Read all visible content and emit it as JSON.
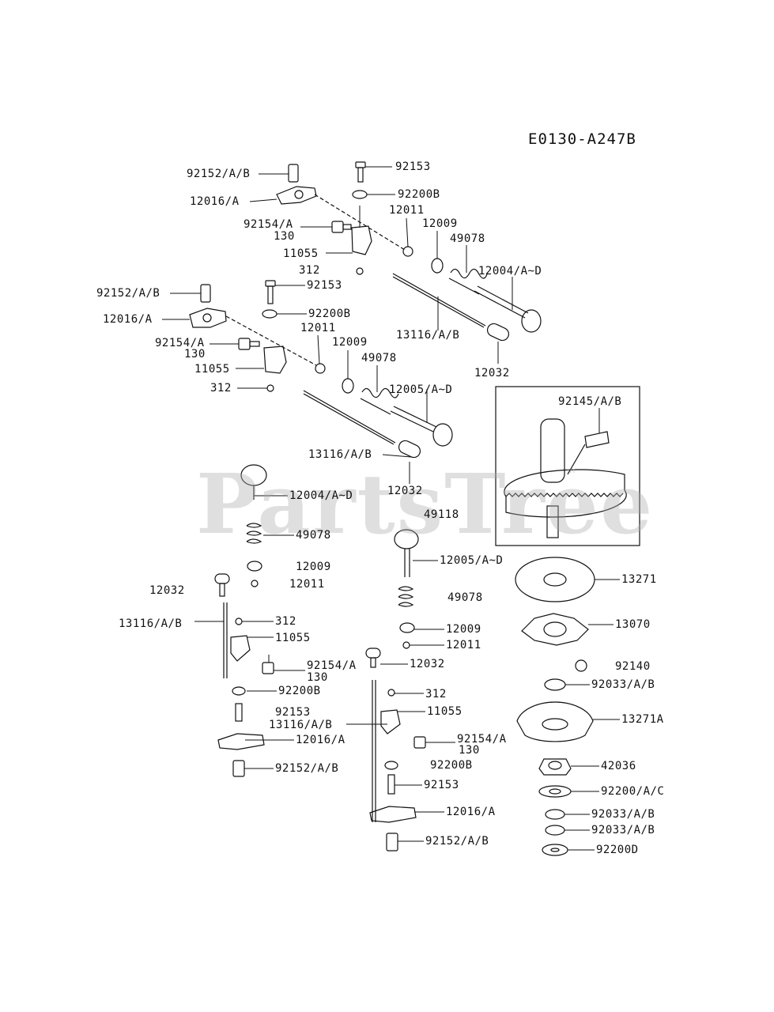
{
  "diagram": {
    "code": "E0130-A247B",
    "watermark": "PartsTree",
    "watermark_tm": "™"
  },
  "labels": [
    "92152/A/B",
    "12016/A",
    "92153",
    "92200B",
    "12011",
    "92154/A",
    "130",
    "11055",
    "312",
    "12009",
    "49078",
    "12004/A~D",
    "13116/A/B",
    "12032",
    "92152/A/B",
    "12016/A",
    "92153",
    "92200B",
    "12011",
    "92154/A",
    "130",
    "11055",
    "312",
    "12009",
    "49078",
    "12005/A~D",
    "13116/A/B",
    "12032",
    "92145/A/B",
    "49118",
    "12004/A~D",
    "49078",
    "12009",
    "12011",
    "12032",
    "13116/A/B",
    "312",
    "11055",
    "92154/A",
    "130",
    "92200B",
    "92153",
    "12016/A",
    "92152/A/B",
    "12005/A~D",
    "49078",
    "12009",
    "12011",
    "12032",
    "312",
    "11055",
    "13116/A/B",
    "92154/A",
    "130",
    "92200B",
    "92153",
    "12016/A",
    "92152/A/B",
    "13271",
    "13070",
    "92140",
    "92033/A/B",
    "13271A",
    "42036",
    "92200/A/C",
    "92033/A/B",
    "92033/A/B",
    "92200D"
  ]
}
